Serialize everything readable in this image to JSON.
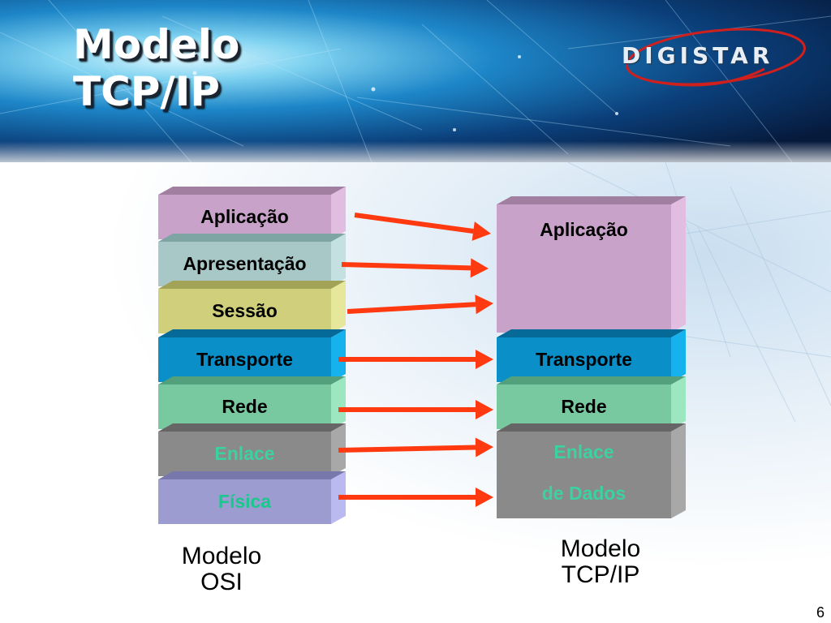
{
  "header": {
    "title_line1": "Modelo",
    "title_line2": "TCP/IP",
    "logo_text": "DIGISTAR"
  },
  "osi": {
    "layers": [
      {
        "label": "Aplicação",
        "face": "#c8a2c8",
        "side": "#e2bde2",
        "top": "#a07fa0",
        "text_color": "#000000"
      },
      {
        "label": "Apresentação",
        "face": "#a8c8c8",
        "side": "#c4e0e0",
        "top": "#7ea4a4",
        "text_color": "#000000"
      },
      {
        "label": "Sessão",
        "face": "#cfcf7c",
        "side": "#e7e79c",
        "top": "#a3a357",
        "text_color": "#000000"
      },
      {
        "label": "Transporte",
        "face": "#0a8fc8",
        "side": "#16b2ee",
        "top": "#066a98",
        "text_color": "#000000"
      },
      {
        "label": "Rede",
        "face": "#78c8a0",
        "side": "#9ce6c0",
        "top": "#52a07c",
        "text_color": "#000000"
      },
      {
        "label": "Enlace",
        "face": "#8a8a8a",
        "side": "#a8a8a8",
        "top": "#666666",
        "text_color": "#3bd1a0"
      },
      {
        "label": "Física",
        "face": "#9c9cd0",
        "side": "#babaf0",
        "top": "#7878ac",
        "text_color": "#19c88c"
      }
    ],
    "caption_line1": "Modelo",
    "caption_line2": "OSI"
  },
  "tcpip": {
    "layers": [
      {
        "label": "Aplicação",
        "face": "#c8a2c8",
        "side": "#e2bde2",
        "top": "#a07fa0",
        "text_color": "#000000"
      },
      {
        "label": "Transporte",
        "face": "#0a8fc8",
        "side": "#16b2ee",
        "top": "#066a98",
        "text_color": "#000000"
      },
      {
        "label": "Rede",
        "face": "#78c8a0",
        "side": "#9ce6c0",
        "top": "#52a07c",
        "text_color": "#000000"
      },
      {
        "label_line1": "Enlace",
        "label_line2": "de Dados",
        "face": "#8a8a8a",
        "side": "#a8a8a8",
        "top": "#666666",
        "text_color": "#3bd1a0"
      }
    ],
    "caption_line1": "Modelo",
    "caption_line2": "TCP/IP"
  },
  "arrow_color": "#ff3a10",
  "page_number": "6"
}
